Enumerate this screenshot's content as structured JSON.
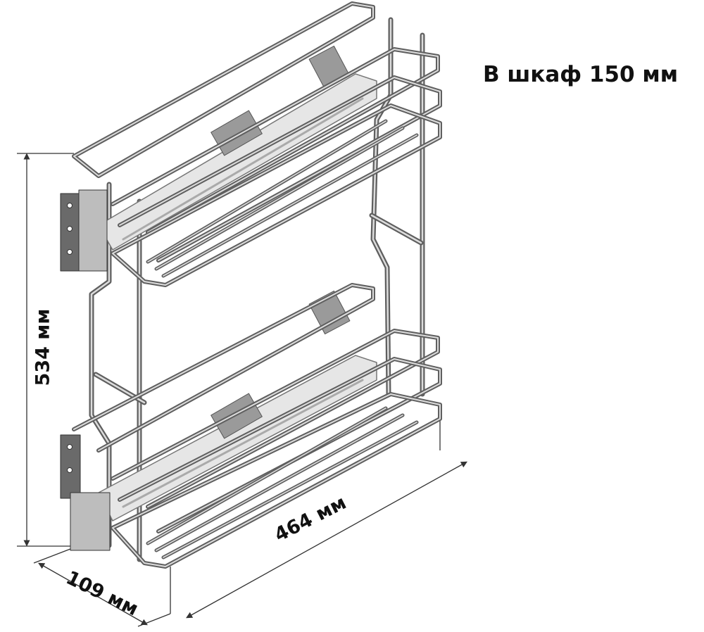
{
  "cabinet_label": "В шкаф 150 мм",
  "dimensions": {
    "height": "534 мм",
    "depth": "464 мм",
    "width": "109 мм"
  },
  "colors": {
    "wire": "#6f6f6f",
    "wire_highlight": "#d8d8d8",
    "rail": "#9a9a9a",
    "bracket": "#5a5a5a",
    "dim_line": "#333333"
  }
}
